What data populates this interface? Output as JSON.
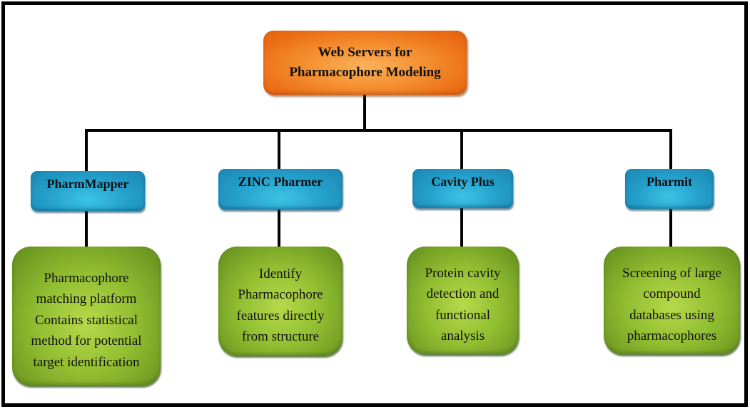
{
  "diagram": {
    "type": "hierarchy",
    "root": {
      "title_lines": [
        "Web Servers for",
        "Pharmacophore Modeling"
      ],
      "color": "#f07a1e"
    },
    "children": [
      {
        "label": "PharmMapper",
        "description_lines": [
          "Pharmacophore",
          "matching platform",
          "Contains statistical",
          "method for potential",
          "target identification"
        ]
      },
      {
        "label": "ZINC Pharmer",
        "description_lines": [
          "Identify",
          "Pharmacophore",
          "features directly",
          "from structure"
        ]
      },
      {
        "label": "Cavity Plus",
        "description_lines": [
          "Protein cavity",
          "detection and",
          "functional",
          "analysis"
        ]
      },
      {
        "label": "Pharmit",
        "description_lines": [
          "Screening of large",
          "compound",
          "databases using",
          "pharmacophores"
        ]
      }
    ],
    "colors": {
      "root": "#f07a1e",
      "server": "#2aa4cf",
      "description": "#8fbb30",
      "connector": "#000000",
      "frame": "#000000"
    }
  }
}
